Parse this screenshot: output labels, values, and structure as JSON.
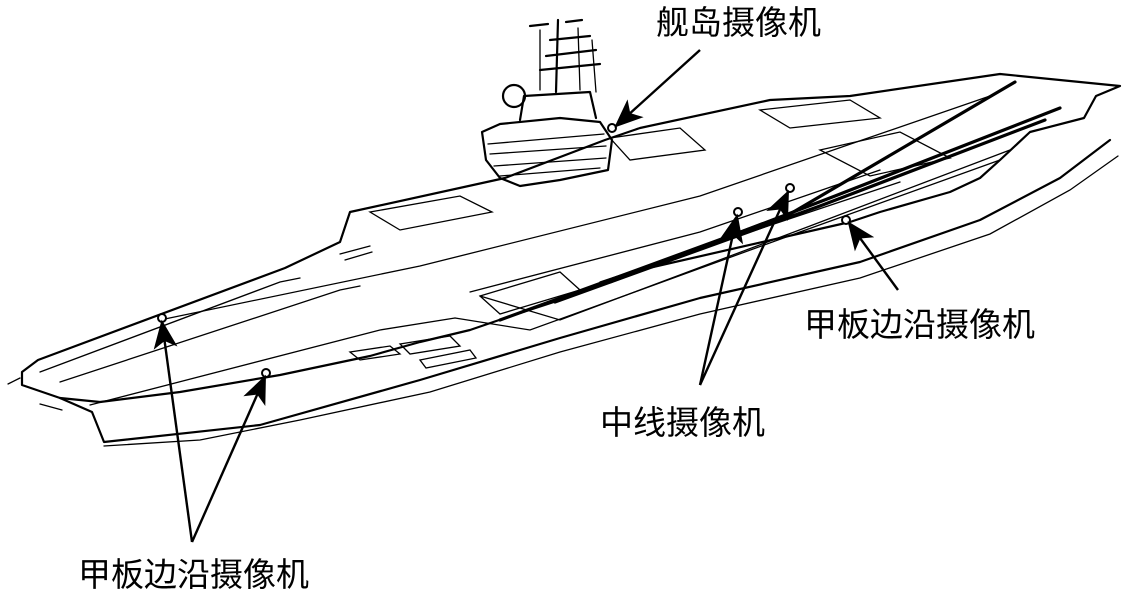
{
  "labels": {
    "island_camera": "舰岛摄像机",
    "deck_edge_camera_right": "甲板边沿摄像机",
    "centerline_camera": "中线摄像机",
    "deck_edge_camera_left": "甲板边沿摄像机"
  },
  "colors": {
    "ink": "#000000",
    "paper": "#ffffff"
  }
}
